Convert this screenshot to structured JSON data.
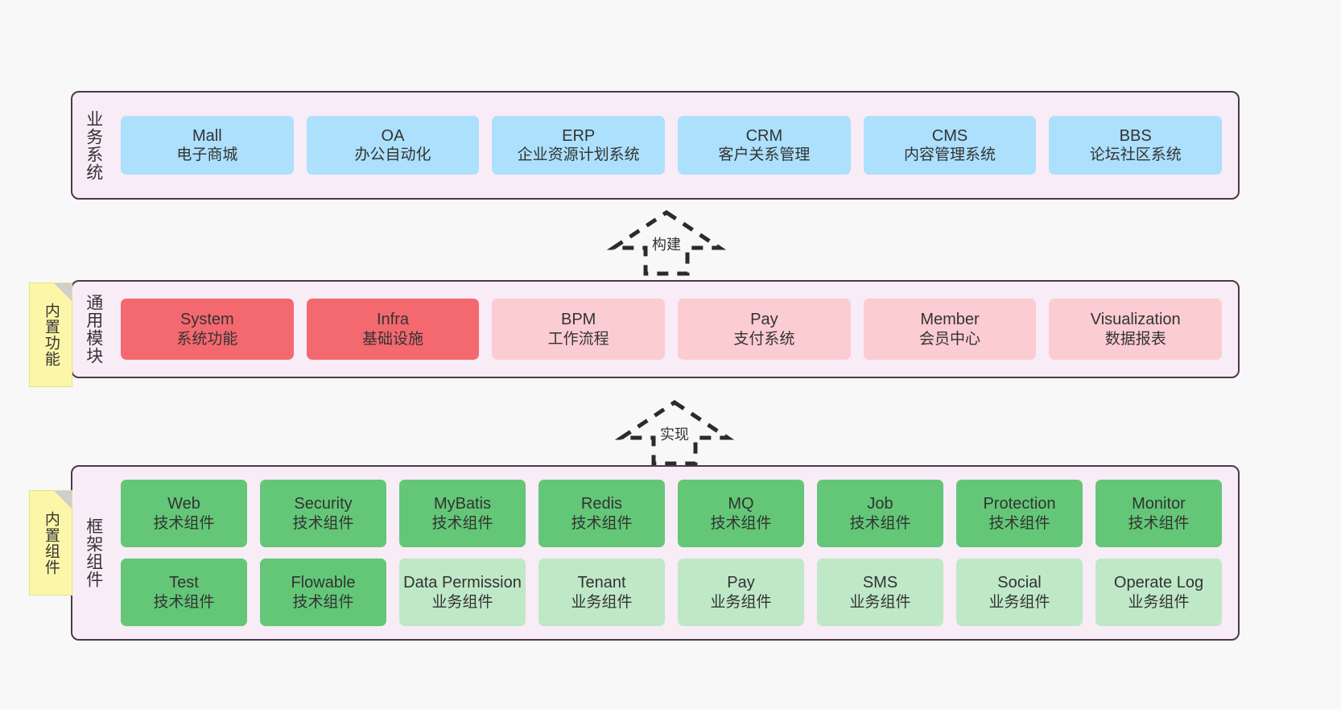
{
  "diagram": {
    "title": "",
    "colors": {
      "canvas": "#f8f8f8",
      "band_fill": "#f8ecf6",
      "band_border": "#4b3a4b",
      "blue": "#ace0fd",
      "red": "#f4696f",
      "pink": "#fbccd2",
      "green": "#63c777",
      "light_green": "#bfe8c7",
      "sticky": "#fcf7a8",
      "sticky_fold": "#cfcfcf"
    }
  },
  "bands": {
    "business": {
      "title": "业务系统",
      "cards": [
        {
          "en": "Mall",
          "cn": "电子商城"
        },
        {
          "en": "OA",
          "cn": "办公自动化"
        },
        {
          "en": "ERP",
          "cn": "企业资源计划系统"
        },
        {
          "en": "CRM",
          "cn": "客户关系管理"
        },
        {
          "en": "CMS",
          "cn": "内容管理系统"
        },
        {
          "en": "BBS",
          "cn": "论坛社区系统"
        }
      ]
    },
    "modules": {
      "title": "通用模块",
      "cards": [
        {
          "en": "System",
          "cn": "系统功能"
        },
        {
          "en": "Infra",
          "cn": "基础设施"
        },
        {
          "en": "BPM",
          "cn": "工作流程"
        },
        {
          "en": "Pay",
          "cn": "支付系统"
        },
        {
          "en": "Member",
          "cn": "会员中心"
        },
        {
          "en": "Visualization",
          "cn": "数据报表"
        }
      ]
    },
    "framework": {
      "title": "框架组件",
      "row1": [
        {
          "en": "Web",
          "cn": "技术组件"
        },
        {
          "en": "Security",
          "cn": "技术组件"
        },
        {
          "en": "MyBatis",
          "cn": "技术组件"
        },
        {
          "en": "Redis",
          "cn": "技术组件"
        },
        {
          "en": "MQ",
          "cn": "技术组件"
        },
        {
          "en": "Job",
          "cn": "技术组件"
        },
        {
          "en": "Protection",
          "cn": "技术组件"
        },
        {
          "en": "Monitor",
          "cn": "技术组件"
        }
      ],
      "row2": [
        {
          "en": "Test",
          "cn": "技术组件"
        },
        {
          "en": "Flowable",
          "cn": "技术组件"
        },
        {
          "en": "Data Permission",
          "cn": "业务组件"
        },
        {
          "en": "Tenant",
          "cn": "业务组件"
        },
        {
          "en": "Pay",
          "cn": "业务组件"
        },
        {
          "en": "SMS",
          "cn": "业务组件"
        },
        {
          "en": "Social",
          "cn": "业务组件"
        },
        {
          "en": "Operate Log",
          "cn": "业务组件"
        }
      ]
    }
  },
  "sticky_notes": {
    "built_in_function": "内置功能",
    "built_in_component": "内置组件"
  },
  "arrows": {
    "build": "构建",
    "implement": "实现"
  }
}
